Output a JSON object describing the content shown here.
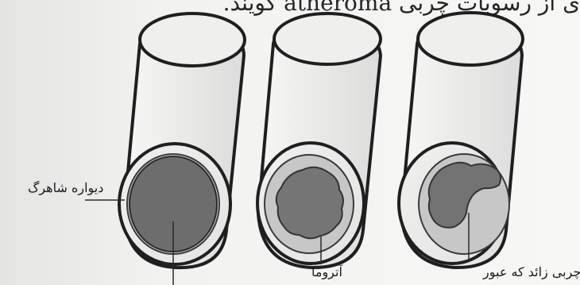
{
  "top_caption": "ی از رسوبات چربی atheroma گویند.",
  "labels": {
    "wall": "دیواره شاهرگ",
    "atheroma": "آتروما",
    "fat_passage": "موادچربی زائد که عبور"
  },
  "colors": {
    "outer_ring": "#e8e8e6",
    "inner_ring": "#c9c9c9",
    "lumen": "#6e6e6e",
    "deposit": "#767676",
    "stroke": "#222222",
    "background": "#f2f2f0"
  },
  "icons": {
    "vessel_left": "blood-vessel-icon",
    "vessel_middle": "blood-vessel-icon",
    "vessel_right": "blood-vessel-icon"
  }
}
